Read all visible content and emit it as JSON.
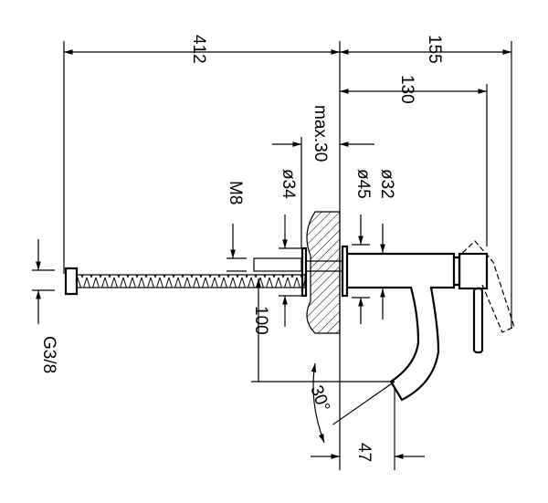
{
  "dimensions": {
    "overall": "412",
    "total_depth": "155",
    "spout_reach": "130",
    "wall_max": "max.30",
    "d34": "ø34",
    "d45": "ø45",
    "d32": "ø32",
    "thread": "M8",
    "height": "100",
    "connection": "G3/8",
    "angle": "30°",
    "outlet": "47"
  }
}
